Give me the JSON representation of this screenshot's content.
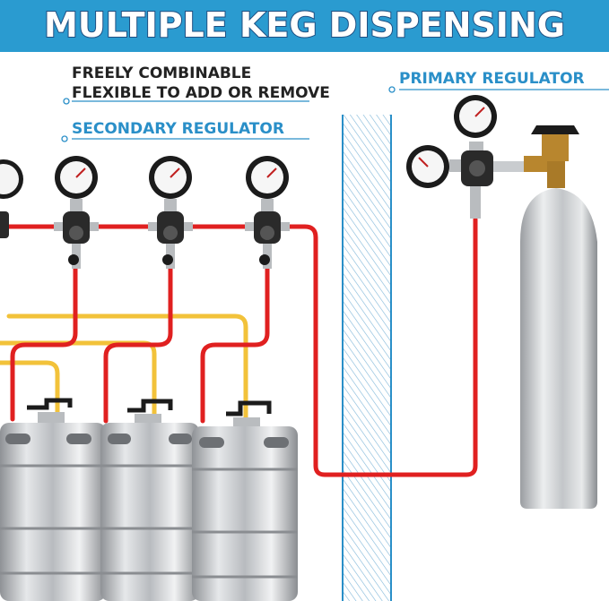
{
  "header": {
    "title": "MULTIPLE KEG DISPENSING",
    "bg_color": "#2a9bd0"
  },
  "annotations": {
    "freely_line1": "FREELY COMBINABLE",
    "freely_line2": "FLEXIBLE TO ADD OR REMOVE",
    "secondary": "SECONDARY REGULATOR",
    "primary": "PRIMARY REGULATOR"
  },
  "colors": {
    "gas_line": "#e02020",
    "beer_line": "#f2c23a",
    "accent_blue": "#2a8fc8"
  }
}
